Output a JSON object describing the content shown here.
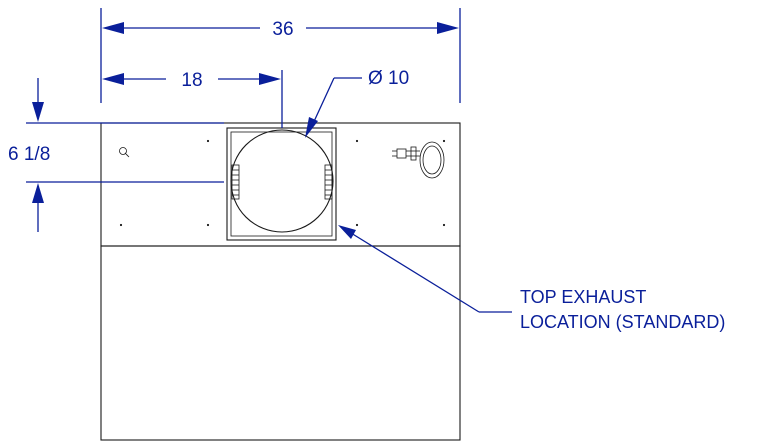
{
  "dimensions": {
    "overall_width": "36",
    "half_width": "18",
    "duct_diameter": "Ø 10",
    "duct_offset": "6 1/8"
  },
  "callout": {
    "line1": "TOP EXHAUST",
    "line2": "LOCATION (STANDARD)"
  },
  "colors": {
    "dimension": "#0a1f9a",
    "outline": "#1a1a1a"
  },
  "icons": [
    "power-cord-icon",
    "mounting-hole-icon"
  ]
}
